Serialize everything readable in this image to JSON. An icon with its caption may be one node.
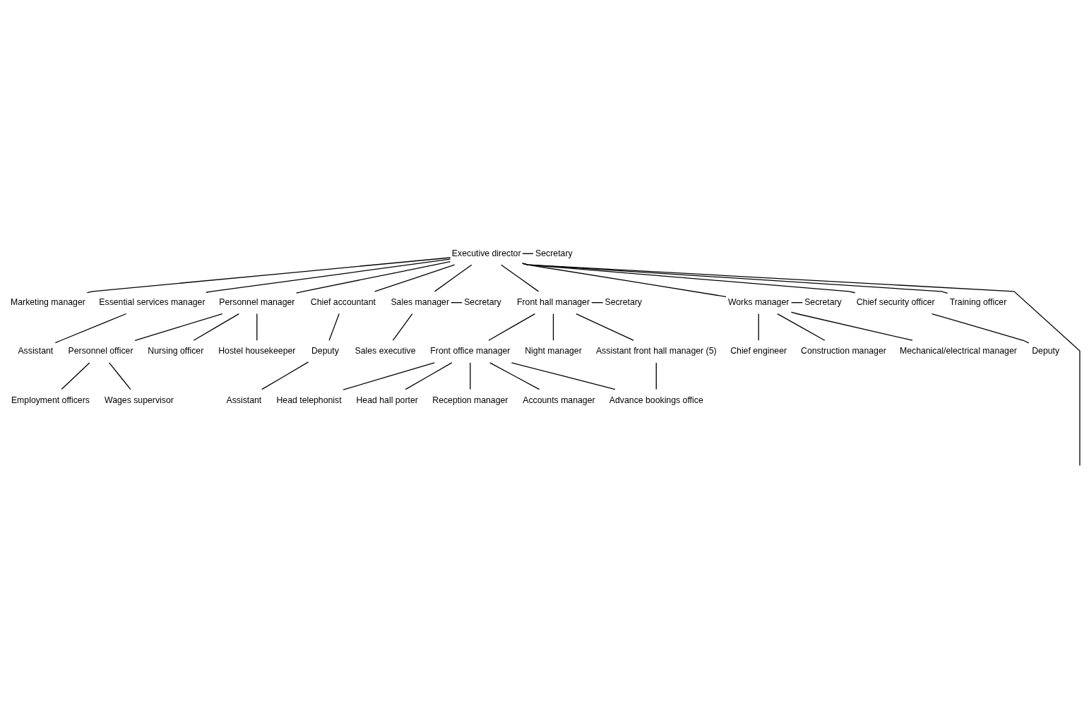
{
  "diagram": {
    "nodes": [
      {
        "text": [
          "Executive director"
        ]
      },
      {
        "text": [
          "Secretary"
        ]
      },
      {
        "text": [
          "Marketing manager"
        ]
      },
      {
        "text": [
          "Essential services manager"
        ]
      },
      {
        "text": [
          "Assistant"
        ]
      },
      {
        "text": [
          "Personnel manager"
        ]
      },
      {
        "text": [
          "Personnel officer"
        ]
      },
      {
        "text": [
          "Nursing officer"
        ]
      },
      {
        "text": [
          "Hostel housekeeper"
        ]
      },
      {
        "text": [
          "Employment officers"
        ]
      },
      {
        "text": [
          "Wages supervisor"
        ]
      },
      {
        "text": [
          "Chief accountant"
        ]
      },
      {
        "text": [
          "Deputy"
        ]
      },
      {
        "text": [
          "Assistant"
        ]
      },
      {
        "text": [
          "Sales manager"
        ]
      },
      {
        "text": [
          "Secretary"
        ]
      },
      {
        "text": [
          "Sales executive"
        ]
      },
      {
        "text": [
          "Front hall manager"
        ]
      },
      {
        "text": [
          "Secretary"
        ]
      },
      {
        "text": [
          "Front office manager"
        ]
      },
      {
        "text": [
          "Night manager"
        ]
      },
      {
        "text": [
          "Assistant front hall manager (5)"
        ]
      },
      {
        "text": [
          "Head telephonist"
        ]
      },
      {
        "text": [
          "Head hall porter"
        ]
      },
      {
        "text": [
          "Reception manager"
        ]
      },
      {
        "text": [
          "Accounts manager"
        ]
      },
      {
        "text": [
          "Advance bookings office"
        ]
      },
      {
        "text": [
          "Works manager"
        ]
      },
      {
        "text": [
          "Secretary"
        ]
      },
      {
        "text": [
          "Chief engineer"
        ]
      },
      {
        "text": [
          "Construction manager"
        ]
      },
      {
        "text": [
          "Mechanical/electrical manager"
        ]
      },
      {
        "text": [
          "Chief security officer"
        ]
      },
      {
        "text": [
          "Deputy"
        ]
      },
      {
        "text": [
          "Training officer"
        ]
      }
    ],
    "edges": [
      {
        "from": 0,
        "to": 1,
        "arrow": "none"
      },
      {
        "from": 0,
        "to": 2,
        "arrow": "none"
      },
      {
        "from": 0,
        "to": null,
        "arrow": "none"
      },
      {
        "from": 0,
        "to": 3,
        "arrow": "none"
      },
      {
        "from": 3,
        "to": 4,
        "arrow": "none"
      },
      {
        "from": 0,
        "to": 5,
        "arrow": "none"
      },
      {
        "from": 5,
        "to": 6,
        "arrow": "none"
      },
      {
        "from": 5,
        "to": 7,
        "arrow": "none"
      },
      {
        "from": 5,
        "to": 8,
        "arrow": "none"
      },
      {
        "from": 6,
        "to": 9,
        "arrow": "none"
      },
      {
        "from": 6,
        "to": 10,
        "arrow": "none"
      },
      {
        "from": 0,
        "to": 11,
        "arrow": "none"
      },
      {
        "from": 11,
        "to": 12,
        "arrow": "none"
      },
      {
        "from": 12,
        "to": 13,
        "arrow": "none"
      },
      {
        "from": 0,
        "to": 14,
        "arrow": "none"
      },
      {
        "from": 14,
        "to": 15,
        "arrow": "none"
      },
      {
        "from": 14,
        "to": 16,
        "arrow": "none"
      },
      {
        "from": 0,
        "to": 17,
        "arrow": "none"
      },
      {
        "from": 17,
        "to": 18,
        "arrow": "none"
      },
      {
        "from": 17,
        "to": 19,
        "arrow": "none"
      },
      {
        "from": 17,
        "to": 20,
        "arrow": "none"
      },
      {
        "from": 17,
        "to": 21,
        "arrow": "none"
      },
      {
        "from": 19,
        "to": 22,
        "arrow": "none"
      },
      {
        "from": 19,
        "to": 23,
        "arrow": "none"
      },
      {
        "from": 19,
        "to": 24,
        "arrow": "none"
      },
      {
        "from": 19,
        "to": 25,
        "arrow": "none"
      },
      {
        "from": 19,
        "to": 26,
        "arrow": "none"
      },
      {
        "from": 21,
        "to": 26,
        "arrow": "none"
      },
      {
        "from": 0,
        "to": 27,
        "arrow": "none"
      },
      {
        "from": 27,
        "to": 28,
        "arrow": "none"
      },
      {
        "from": 27,
        "to": 29,
        "arrow": "none"
      },
      {
        "from": 27,
        "to": 30,
        "arrow": "none"
      },
      {
        "from": 27,
        "to": 31,
        "arrow": "none"
      },
      {
        "from": 0,
        "to": 32,
        "arrow": "none"
      },
      {
        "from": 32,
        "to": 33,
        "arrow": "none"
      },
      {
        "from": 0,
        "to": 34,
        "arrow": "none"
      }
    ]
  }
}
